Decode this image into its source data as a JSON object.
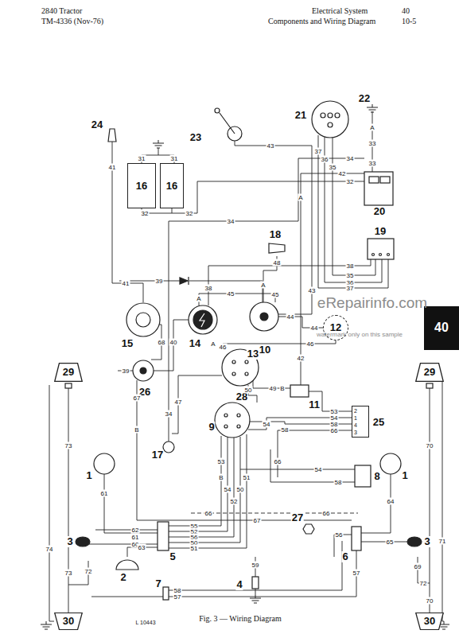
{
  "diagram": {
    "caption": "Fig. 3 — Wiring Diagram",
    "nodes": [
      {
        "text": [
          "16"
        ]
      },
      {
        "text": [
          "16"
        ]
      },
      {
        "text": [
          "12"
        ]
      },
      {
        "text": [
          "2",
          "1",
          "4",
          "3"
        ]
      },
      {
        "text": [
          "29"
        ]
      },
      {
        "text": [
          "29"
        ]
      },
      {
        "text": [
          "30"
        ]
      },
      {
        "text": [
          "30"
        ]
      }
    ],
    "edges": [
      {
        "from": 0,
        "to": 1,
        "arrow": "none",
        "label": "32"
      }
    ],
    "labels": [
      "2840 Tractor",
      "TM-4336 (Nov-76)",
      "Electrical System",
      "40",
      "Components and Wiring Diagram",
      "10-5",
      "40",
      "eRepairinfo.com",
      "watermark only on this sample",
      "L 10443",
      "24",
      "23",
      "21",
      "22",
      "20",
      "18",
      "19",
      "15",
      "14",
      "13",
      "10",
      "11",
      "26",
      "28",
      "9",
      "25",
      "17",
      "1",
      "1",
      "8",
      "27",
      "3",
      "3",
      "2",
      "5",
      "6",
      "4",
      "7",
      "37",
      "36",
      "35",
      "33",
      "43",
      "A",
      "33",
      "34",
      "42",
      "32",
      "A",
      "31",
      "31",
      "41",
      "32",
      "34",
      "38",
      "35",
      "36",
      "37",
      "48",
      "A",
      "39",
      "45",
      "A",
      "45",
      "43",
      "44",
      "44",
      "46",
      "41",
      "38",
      "68",
      "40",
      "46",
      "A",
      "42",
      "49",
      "B",
      "50",
      "53",
      "54",
      "58",
      "66",
      "58",
      "54",
      "53",
      "51",
      "54",
      "52",
      "50",
      "B",
      "66",
      "39",
      "67",
      "47",
      "34",
      "73",
      "70",
      "61",
      "64",
      "67",
      "66",
      "66",
      "54",
      "58",
      "B",
      "62",
      "61",
      "60",
      "55",
      "52",
      "56",
      "50",
      "51",
      "63",
      "59",
      "56",
      "65",
      "57",
      "69",
      "72",
      "72",
      "70",
      "73",
      "74",
      "71",
      "58",
      "57"
    ]
  }
}
